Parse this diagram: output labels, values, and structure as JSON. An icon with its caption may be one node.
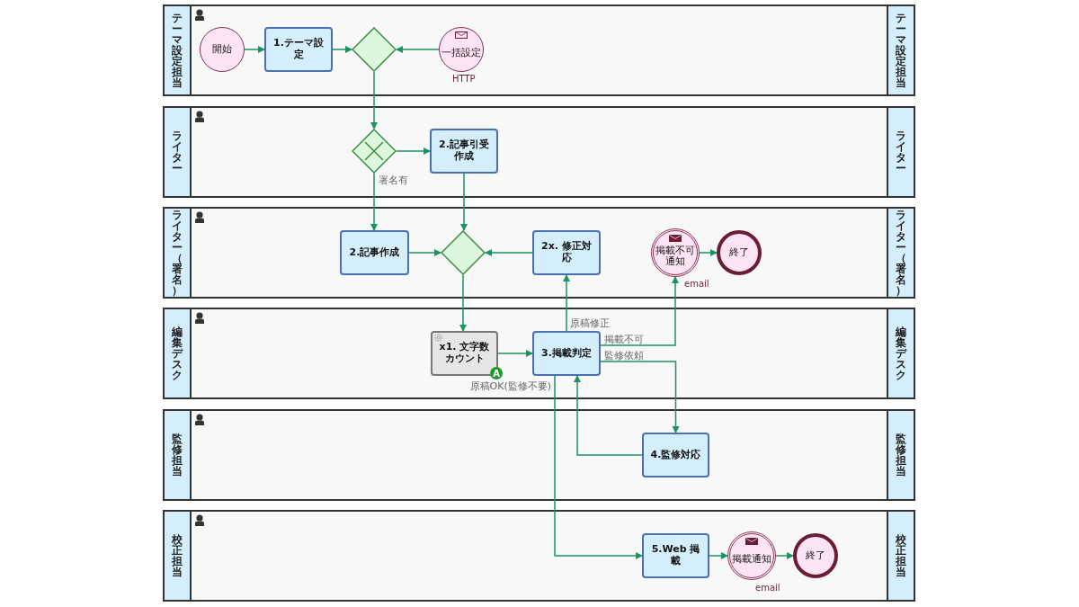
{
  "diagram": {
    "nodes": [
      {
        "text": [
          "テーマ設定担当",
          "テーマ設定担当"
        ]
      },
      {
        "text": [
          "開始"
        ],
        "in": 0
      },
      {
        "text": [
          "1.テーマ設定"
        ],
        "in": 0
      },
      {
        "text": [],
        "shape": "diamond",
        "in": 0
      },
      {
        "text": [
          "一括設定"
        ],
        "beside": [
          "HTTP"
        ],
        "in": 0
      },
      {
        "text": [
          "ライター",
          "ライター"
        ]
      },
      {
        "text": [],
        "shape": "diamond",
        "in": 5
      },
      {
        "text": [
          "2.記事引受作成"
        ],
        "in": 5
      },
      {
        "text": [
          "ライター（署名）",
          "ライター（署名）"
        ]
      },
      {
        "text": [
          "2.記事作成"
        ],
        "in": 8
      },
      {
        "text": [],
        "shape": "diamond",
        "in": 8
      },
      {
        "text": [
          "2x. 修正対応"
        ],
        "in": 8
      },
      {
        "text": [
          "掲載不可通知"
        ],
        "beside": [
          "email"
        ],
        "in": 8
      },
      {
        "text": [
          "終了"
        ],
        "in": 8
      },
      {
        "text": [
          "編集デスク",
          "編集デスク"
        ]
      },
      {
        "text": [
          "x1. 文字数カウント"
        ],
        "in": 14
      },
      {
        "text": [
          "3.掲載判定"
        ],
        "in": 14
      },
      {
        "text": [
          "監修担当",
          "監修担当"
        ]
      },
      {
        "text": [
          "4.監修対応"
        ],
        "in": 17
      },
      {
        "text": [
          "校正担当",
          "校正担当"
        ]
      },
      {
        "text": [
          "5.Web 掲載"
        ],
        "in": 19
      },
      {
        "text": [
          "掲載通知"
        ],
        "beside": [
          "email"
        ],
        "in": 19
      },
      {
        "text": [
          "終了"
        ],
        "in": 19
      }
    ],
    "edges": [
      {
        "from": 1,
        "to": 2,
        "arrow": "to"
      },
      {
        "from": 2,
        "to": 3,
        "arrow": "to"
      },
      {
        "from": 4,
        "to": 3,
        "arrow": "to"
      },
      {
        "from": 3,
        "to": 6,
        "arrow": "to"
      },
      {
        "from": 6,
        "to": 7,
        "arrow": "to"
      },
      {
        "from": 6,
        "to": 9,
        "arrow": "to",
        "label": "署名有"
      },
      {
        "from": 7,
        "to": 10,
        "arrow": "to"
      },
      {
        "from": 9,
        "to": 10,
        "arrow": "to"
      },
      {
        "from": 11,
        "to": 10,
        "arrow": "to"
      },
      {
        "from": 10,
        "to": 15,
        "arrow": "to"
      },
      {
        "from": 15,
        "to": 16,
        "arrow": "to"
      },
      {
        "from": 16,
        "to": 11,
        "arrow": "to",
        "label": "原稿修正"
      },
      {
        "from": 16,
        "to": 12,
        "arrow": "to",
        "label": "掲載不可"
      },
      {
        "from": 16,
        "to": 18,
        "arrow": "to",
        "label": "監修依頼"
      },
      {
        "from": 18,
        "to": 16,
        "arrow": "to"
      },
      {
        "from": 16,
        "to": 20,
        "arrow": "to",
        "label": "原稿OK(監修不要)"
      },
      {
        "from": 12,
        "to": 13,
        "arrow": "to"
      },
      {
        "from": 20,
        "to": 21,
        "arrow": "to"
      },
      {
        "from": 21,
        "to": 22,
        "arrow": "to"
      }
    ],
    "labels": [
      "A"
    ]
  }
}
